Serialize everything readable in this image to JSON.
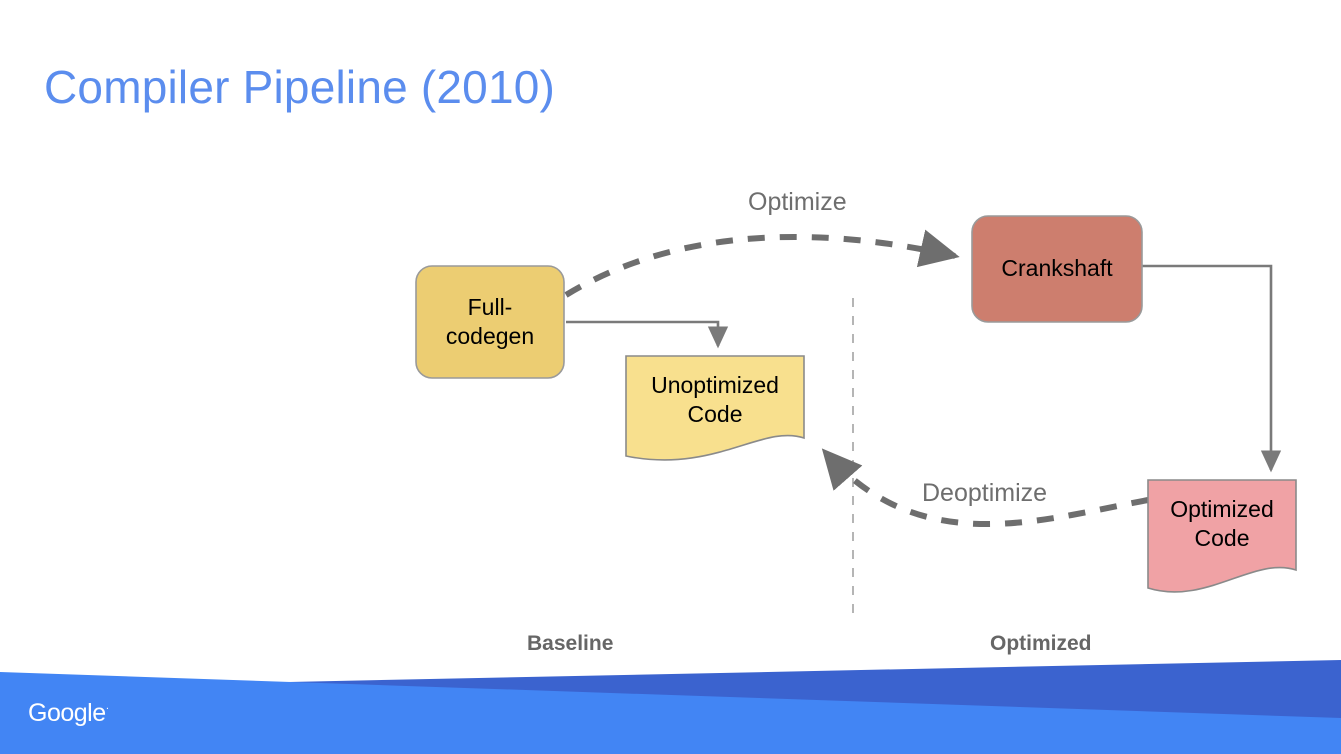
{
  "slide": {
    "title": "Compiler Pipeline (2010)",
    "title_color": "#5b8dee",
    "background": "#ffffff"
  },
  "diagram": {
    "nodes": [
      {
        "id": "full-codegen",
        "label": "Full-\ncodegen",
        "line1": "Full-",
        "line2": "codegen",
        "shape": "rounded-rect",
        "fill": "#eccd72",
        "stroke": "#999999"
      },
      {
        "id": "unoptimized-code",
        "label": "Unoptimized\nCode",
        "line1": "Unoptimized",
        "line2": "Code",
        "shape": "document",
        "fill": "#f8e08e",
        "stroke": "#8a8a8a"
      },
      {
        "id": "crankshaft",
        "label": "Crankshaft",
        "line1": "Crankshaft",
        "line2": "",
        "shape": "rounded-rect",
        "fill": "#cd7e6e",
        "stroke": "#999999"
      },
      {
        "id": "optimized-code",
        "label": "Optimized\nCode",
        "line1": "Optimized",
        "line2": "Code",
        "shape": "document",
        "fill": "#f0a2a5",
        "stroke": "#8a8a8a"
      }
    ],
    "edges": [
      {
        "id": "optimize",
        "label": "Optimize",
        "from": "full-codegen",
        "to": "crankshaft",
        "style": "dashed-curve",
        "color": "#6e6e6e"
      },
      {
        "id": "deoptimize",
        "label": "Deoptimize",
        "from": "optimized-code",
        "to": "unoptimized-code",
        "style": "dashed-curve",
        "color": "#6e6e6e"
      },
      {
        "id": "full-codegen-to-unoptimized",
        "label": "",
        "from": "full-codegen",
        "to": "unoptimized-code",
        "style": "solid-elbow",
        "color": "#7a7a7a"
      },
      {
        "id": "crankshaft-to-optimized",
        "label": "",
        "from": "crankshaft",
        "to": "optimized-code",
        "style": "solid-elbow",
        "color": "#7a7a7a"
      }
    ],
    "divider": {
      "style": "dashed-vertical",
      "color": "#b5b5b5"
    },
    "sections": [
      {
        "id": "baseline",
        "label": "Baseline"
      },
      {
        "id": "optimized",
        "label": "Optimized"
      }
    ]
  },
  "footer": {
    "brand": "Google",
    "trademark": "·",
    "band_color_light": "#4285f4",
    "band_color_dark": "#3b63cf"
  }
}
